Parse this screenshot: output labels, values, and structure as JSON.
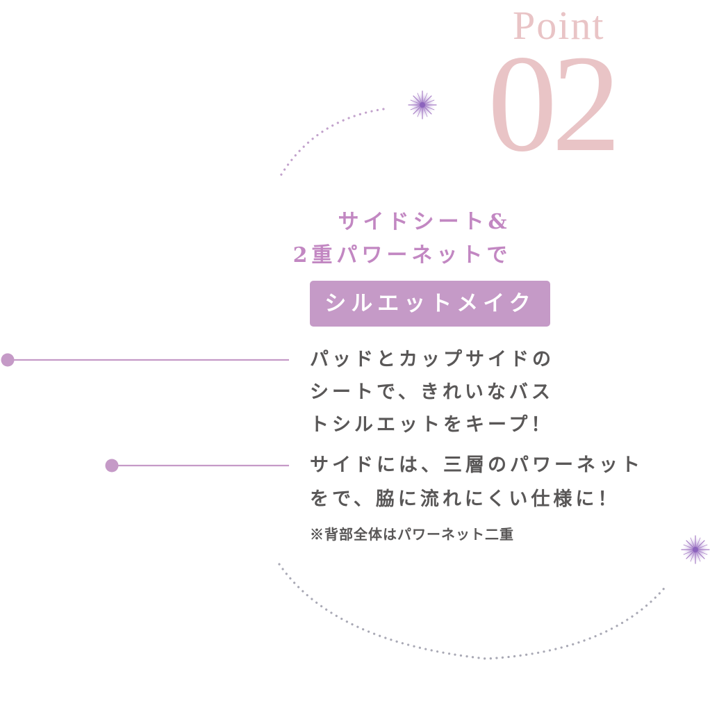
{
  "point": {
    "label": "Point",
    "number": "02"
  },
  "headline": {
    "line1": "サイドシート&",
    "line2": "2重パワーネットで"
  },
  "badge": {
    "label": "シルエットメイク"
  },
  "feature1": {
    "line1": "パッドとカップサイドの",
    "line2": "シートで、きれいなバス",
    "line3": "トシルエットをキープ！"
  },
  "feature2": {
    "line1": "サイドには、三層のパワーネット",
    "line2": "をで、脇に流れにくい仕様に！",
    "note": "※背部全体はパワーネット二重"
  },
  "colors": {
    "accent_purple": "#c59ac7",
    "headline_purple": "#c287c2",
    "point_pink": "#e9c4c6",
    "body_text": "#595757",
    "dot_arc_top": "#c2a2cc",
    "dot_arc_bottom": "#a9a9b5",
    "sparkle": "#a57bc4"
  },
  "icons": {
    "sparkle_top": "sparkle-icon",
    "sparkle_right": "sparkle-icon",
    "bullet_1": "dot-bullet-icon",
    "bullet_2": "dot-bullet-icon"
  }
}
